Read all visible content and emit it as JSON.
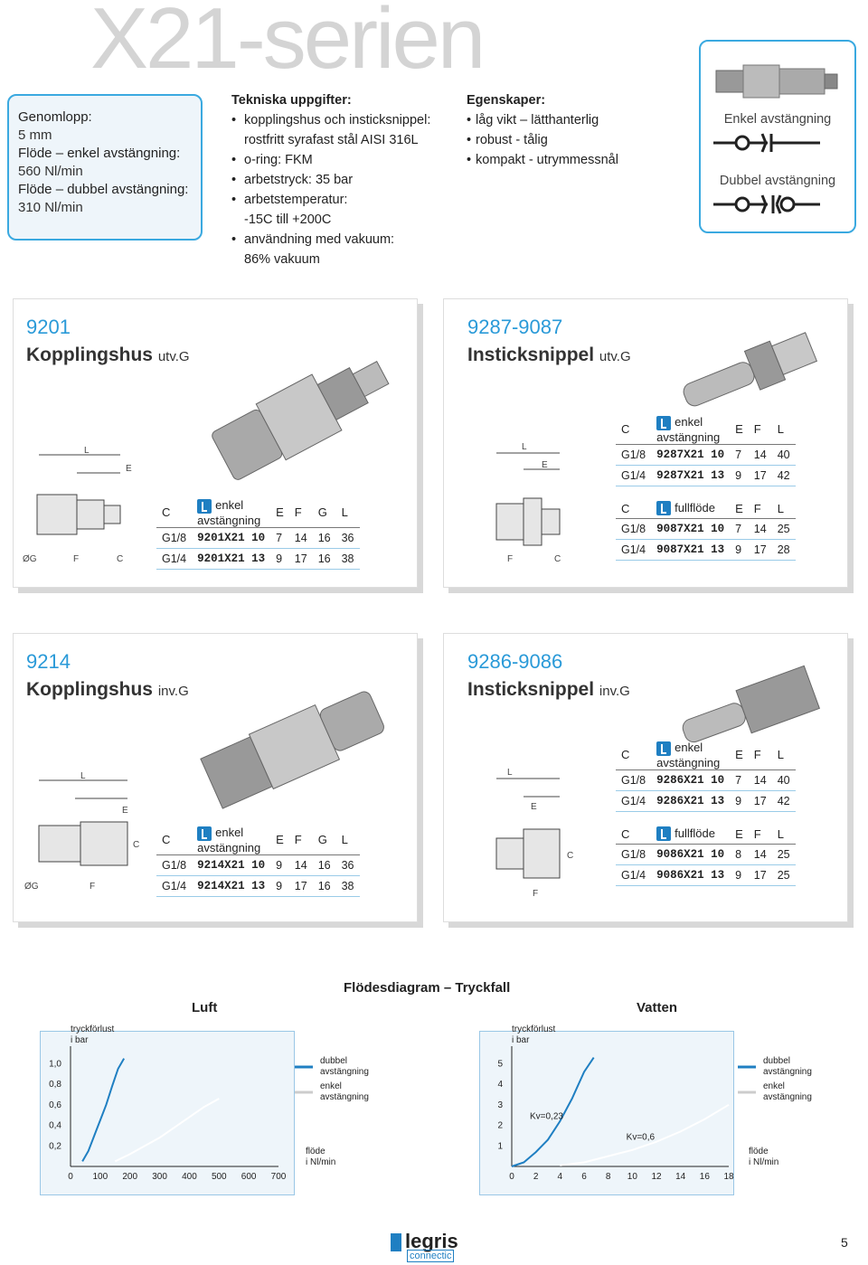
{
  "page": {
    "title": "X21-serien",
    "page_number": "5"
  },
  "specs": {
    "genomlopp_label": "Genomlopp:",
    "genomlopp_value": "5 mm",
    "flode_enkel_label": "Flöde – enkel avstängning:",
    "flode_enkel_value": "560 Nl/min",
    "flode_dubbel_label": "Flöde – dubbel avstängning:",
    "flode_dubbel_value": "310 Nl/min"
  },
  "tech": {
    "heading": "Tekniska uppgifter:",
    "b1": "kopplingshus och insticksnippel:",
    "b1b": "rostfritt syrafast stål AISI 316L",
    "b2": "o-ring: FKM",
    "b3": "arbetstryck: 35 bar",
    "b4": "arbetstemperatur:",
    "b4b": "-15C till +200C",
    "b5": "användning med vakuum:",
    "b5b": "86% vakuum"
  },
  "props": {
    "heading": "Egenskaper:",
    "b1": "låg vikt – lätthanterlig",
    "b2": "robust - tålig",
    "b3": "kompakt - utrymmessnål"
  },
  "valves": {
    "enkel": "Enkel avstängning",
    "dubbel": "Dubbel avstängning"
  },
  "panels": {
    "p1": {
      "code": "9201",
      "name": "Kopplingshus",
      "suffix": "utv.G"
    },
    "p2": {
      "code": "9287-9087",
      "name": "Insticksnippel",
      "suffix": "utv.G"
    },
    "p3": {
      "code": "9214",
      "name": "Kopplingshus",
      "suffix": "inv.G"
    },
    "p4": {
      "code": "9286-9086",
      "name": "Insticksnippel",
      "suffix": "inv.G"
    }
  },
  "dims": {
    "L": "L",
    "E": "E",
    "F": "F",
    "C": "C",
    "G": "ØG"
  },
  "tables": {
    "h_c": "C",
    "h_enkel1": "enkel",
    "h_enkel2": "avstängning",
    "h_full": "fullflöde",
    "h_e": "E",
    "h_f": "F",
    "h_g": "G",
    "h_l": "L",
    "t9201": [
      [
        "G1/8",
        "9201X21 10",
        "7",
        "14",
        "16",
        "36"
      ],
      [
        "G1/4",
        "9201X21 13",
        "9",
        "17",
        "16",
        "38"
      ]
    ],
    "t9287": [
      [
        "G1/8",
        "9287X21 10",
        "7",
        "14",
        "40"
      ],
      [
        "G1/4",
        "9287X21 13",
        "9",
        "17",
        "42"
      ]
    ],
    "t9087": [
      [
        "G1/8",
        "9087X21 10",
        "7",
        "14",
        "25"
      ],
      [
        "G1/4",
        "9087X21 13",
        "9",
        "17",
        "28"
      ]
    ],
    "t9214": [
      [
        "G1/8",
        "9214X21 10",
        "9",
        "14",
        "16",
        "36"
      ],
      [
        "G1/4",
        "9214X21 13",
        "9",
        "17",
        "16",
        "38"
      ]
    ],
    "t9286": [
      [
        "G1/8",
        "9286X21 10",
        "7",
        "14",
        "40"
      ],
      [
        "G1/4",
        "9286X21 13",
        "9",
        "17",
        "42"
      ]
    ],
    "t9086": [
      [
        "G1/8",
        "9086X21 10",
        "8",
        "14",
        "25"
      ],
      [
        "G1/4",
        "9086X21 13",
        "9",
        "17",
        "25"
      ]
    ]
  },
  "charts_header": {
    "title": "Flödesdiagram – Tryckfall",
    "luft": "Luft",
    "vatten": "Vatten"
  },
  "chart_data": [
    {
      "type": "line",
      "title": "Luft",
      "ylabel": "tryckförlust i bar",
      "xlabel": "flöde i Nl/min",
      "x_ticks": [
        "0",
        "100",
        "200",
        "300",
        "400",
        "500",
        "600",
        "700"
      ],
      "y_ticks": [
        "0,2",
        "0,4",
        "0,6",
        "0,8",
        "1,0"
      ],
      "xlim": [
        0,
        700
      ],
      "ylim": [
        0,
        1.1
      ],
      "series": [
        {
          "name": "dubbel avstängning",
          "x": [
            40,
            60,
            80,
            100,
            120,
            140,
            160,
            180
          ],
          "y": [
            0.05,
            0.15,
            0.3,
            0.45,
            0.6,
            0.78,
            0.95,
            1.05
          ]
        },
        {
          "name": "enkel avstängning",
          "x": [
            150,
            200,
            250,
            300,
            350,
            400,
            450,
            500
          ],
          "y": [
            0.05,
            0.12,
            0.2,
            0.28,
            0.38,
            0.48,
            0.58,
            0.66
          ]
        }
      ]
    },
    {
      "type": "line",
      "title": "Vatten",
      "ylabel": "tryckförlust i bar",
      "xlabel": "flöde i Nl/min",
      "x_ticks": [
        "0",
        "2",
        "4",
        "6",
        "8",
        "10",
        "12",
        "14",
        "16",
        "18"
      ],
      "y_ticks": [
        "1",
        "2",
        "3",
        "4",
        "5"
      ],
      "xlim": [
        0,
        18
      ],
      "ylim": [
        0,
        5.5
      ],
      "annotations": [
        "Kv=0,23",
        "Kv=0,6"
      ],
      "series": [
        {
          "name": "dubbel avstängning",
          "x": [
            0,
            1,
            2,
            3,
            4,
            5,
            6,
            6.8
          ],
          "y": [
            0,
            0.2,
            0.7,
            1.3,
            2.2,
            3.3,
            4.6,
            5.3
          ]
        },
        {
          "name": "enkel avstängning",
          "x": [
            4,
            6,
            8,
            10,
            12,
            14,
            16,
            18
          ],
          "y": [
            0.05,
            0.2,
            0.5,
            0.8,
            1.2,
            1.7,
            2.3,
            3.0
          ]
        }
      ]
    }
  ],
  "logo": {
    "name": "legris",
    "sub": "connectic"
  }
}
